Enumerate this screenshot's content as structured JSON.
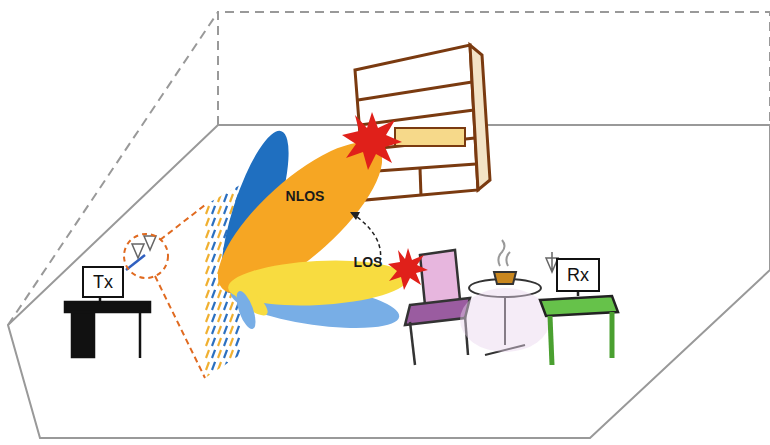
{
  "diagram": {
    "nodes": [
      {
        "text": [
          "Tx"
        ]
      },
      {
        "text": [
          "Rx"
        ]
      }
    ],
    "labels": [
      "NLOS",
      "LOS"
    ]
  }
}
